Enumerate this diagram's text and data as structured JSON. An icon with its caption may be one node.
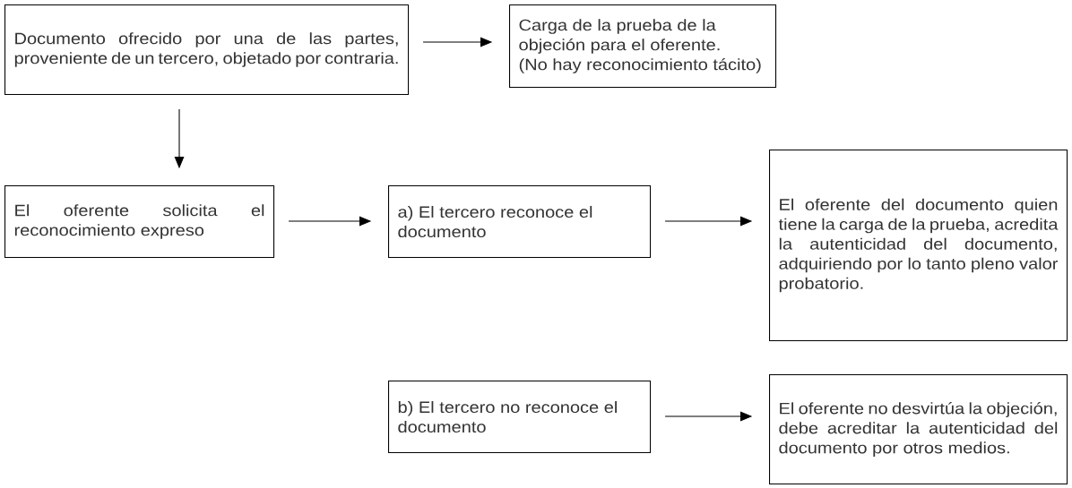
{
  "diagram": {
    "nodes": [
      {
        "text": [
          "Documento ofrecido por una de las partes, proveniente de un tercero, objetado por contraria."
        ]
      },
      {
        "text": [
          "Carga de la prueba de la objeción para el oferente.",
          "(No hay reconocimiento tácito)"
        ]
      },
      {
        "text": [
          "El oferente solicita el reconocimiento expreso"
        ]
      },
      {
        "text": [
          "a) El tercero reconoce el documento"
        ]
      },
      {
        "text": [
          "El oferente del documento quien tiene la carga de la prueba, acredita la autenticidad del documento, adquiriendo por lo tanto pleno valor probatorio."
        ]
      },
      {
        "text": [
          "b) El tercero no reconoce el documento"
        ]
      },
      {
        "text": [
          "El oferente no desvirtúa la objeción, debe acreditar la autenticidad del documento por otros medios."
        ]
      }
    ],
    "edges": [
      {
        "from": 0,
        "to": 1,
        "arrow": "to"
      },
      {
        "from": 0,
        "to": 2,
        "arrow": "to"
      },
      {
        "from": 2,
        "to": 3,
        "arrow": "to"
      },
      {
        "from": 3,
        "to": 4,
        "arrow": "to"
      },
      {
        "from": 5,
        "to": 6,
        "arrow": "to"
      }
    ]
  }
}
